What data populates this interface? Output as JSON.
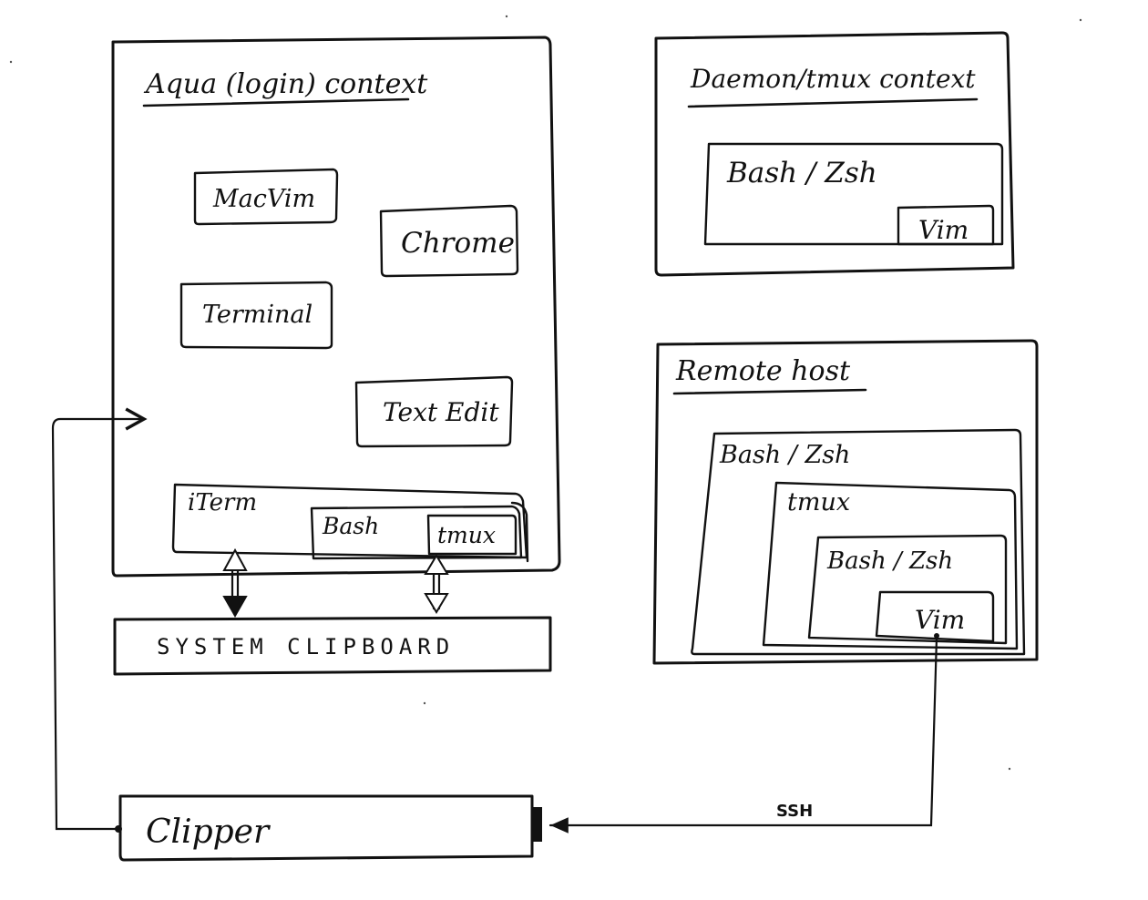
{
  "aqua": {
    "title": "Aqua (login) context",
    "apps": {
      "macvim": "MacVim",
      "chrome": "Chrome",
      "terminal": "Terminal",
      "textedit": "Text Edit",
      "iterm": "iTerm",
      "bash": "Bash",
      "tmux": "tmux"
    }
  },
  "clipboard": {
    "label": "SYSTEM CLIPBOARD"
  },
  "daemon": {
    "title": "Daemon/tmux context",
    "shell": "Bash / Zsh",
    "vim": "Vim"
  },
  "remote": {
    "title": "Remote host",
    "shell_outer": "Bash / Zsh",
    "tmux": "tmux",
    "shell_inner": "Bash / Zsh",
    "vim": "Vim"
  },
  "clipper": {
    "label": "Clipper"
  },
  "connection": {
    "label": "SSH"
  }
}
